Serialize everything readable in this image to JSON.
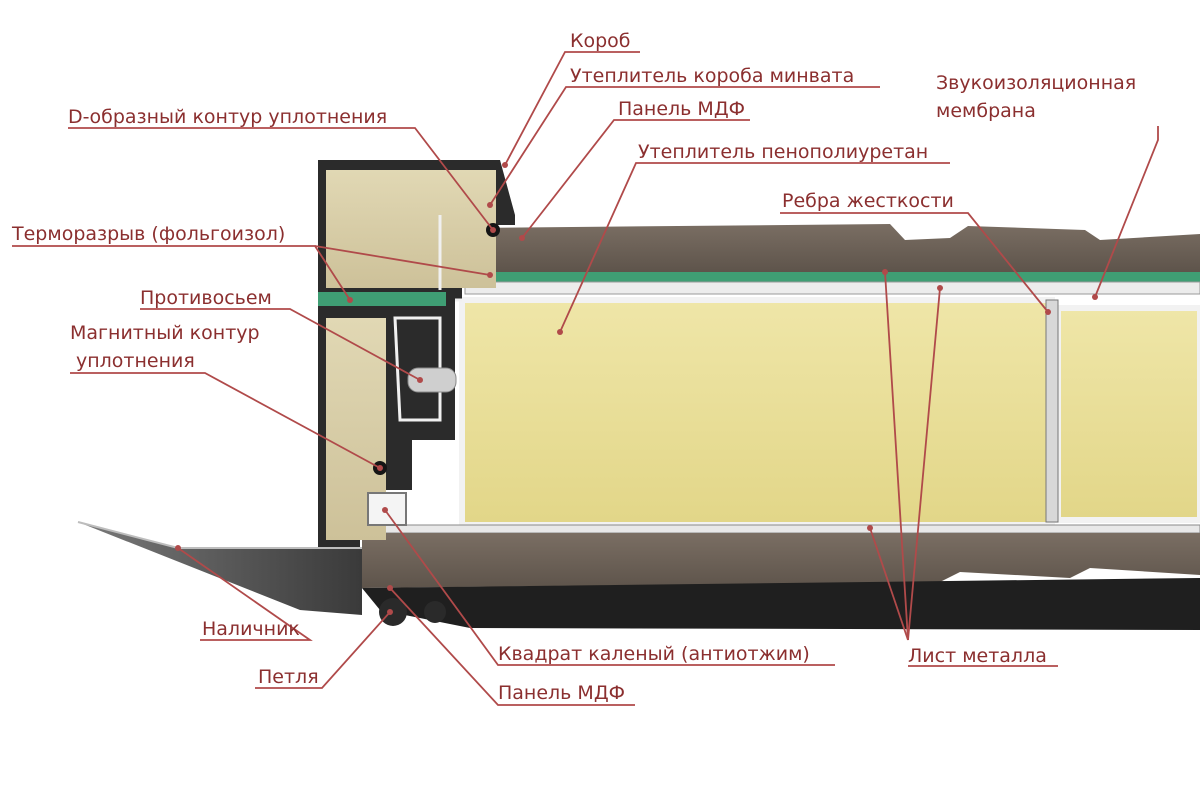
{
  "labels": {
    "korob": "Короб",
    "uteplitel_koroba": "Утеплитель короба минвата",
    "panel_mdf_top": "Панель МДФ",
    "d_kontur": "D-образный контур уплотнения",
    "uteplitel_ppu": "Утеплитель пенополиуретан",
    "zvuk_line1": "Звукоизоляционная",
    "zvuk_line2": "мембрана",
    "rebra": "Ребра жесткости",
    "termorazryv": "Терморазрыв (фольгоизол)",
    "protivosem": "Противосьем",
    "magnit_line1": "Магнитный контур",
    "magnit_line2": "уплотнения",
    "nalichnik": "Наличник",
    "petlya": "Петля",
    "kvadrat": "Квадрат каленый (антиотжим)",
    "panel_mdf_bottom": "Панель МДФ",
    "list_metalla": "Лист металла"
  },
  "colors": {
    "label_text": "#8b2f2f",
    "leader_line": "#b04a4a",
    "insulation_yellow": "#e6dc95",
    "mineral_wool": "#d9cfa8",
    "mdf_panel": "#6b5f55",
    "metal_dark": "#2e2e2e",
    "foil_green": "#3f9e74",
    "sheet_light": "#eeeeee"
  }
}
